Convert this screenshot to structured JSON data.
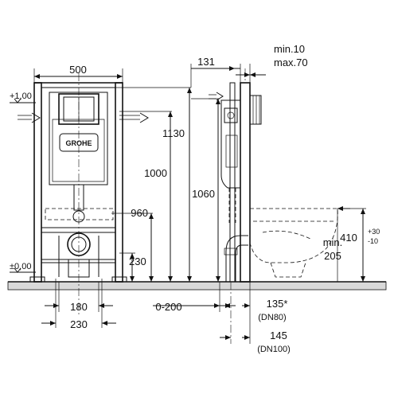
{
  "front_view": {
    "width_label": "500",
    "level_plus": "+1,00",
    "level_zero": "±0,00",
    "brand_label": "GROHE",
    "h_1130": "1130",
    "h_1000": "1000",
    "h_960": "960",
    "h_230": "230",
    "w_180": "180",
    "w_230": "230"
  },
  "side_view": {
    "depth_label": "131",
    "min_label": "min.10",
    "max_label": "max.70",
    "h_1060": "1060",
    "offset_label": "0-200",
    "dn80_value": "135*",
    "dn80_unit": "(DN80)",
    "dn100_value": "145",
    "dn100_unit": "(DN100)",
    "bowl_min": "min.",
    "bowl_205": "205",
    "height_410": "410",
    "tol_plus": "+30",
    "tol_minus": "-10"
  }
}
